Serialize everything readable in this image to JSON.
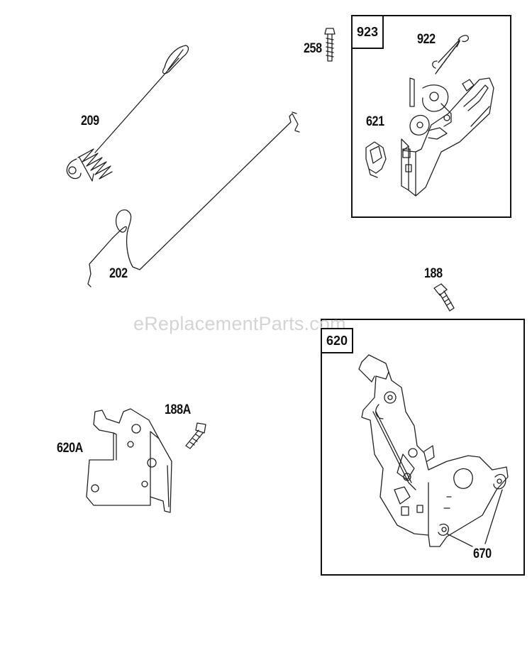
{
  "watermark": "eReplacementParts.com",
  "parts": {
    "p209": "209",
    "p202": "202",
    "p258": "258",
    "p923": "923",
    "p922": "922",
    "p621": "621",
    "p188": "188",
    "p620": "620",
    "p188a": "188A",
    "p620a": "620A",
    "p670": "670"
  }
}
